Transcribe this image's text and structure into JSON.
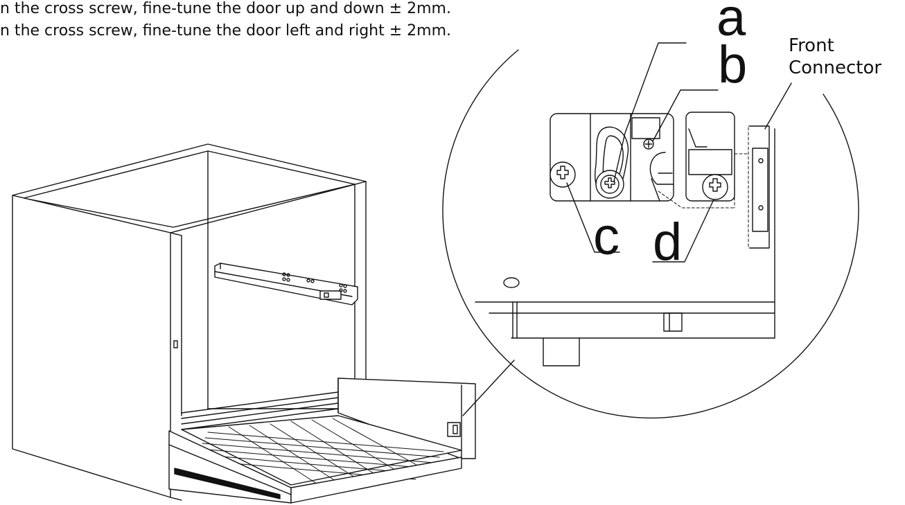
{
  "instructions": [
    "n the cross screw, fine-tune the door up and down ± 2mm.",
    "n the cross screw, fine-tune the door left and right ± 2mm."
  ],
  "callouts": {
    "a": "a",
    "b": "b",
    "c": "c",
    "d": "d"
  },
  "connector_label": {
    "line1": "Front",
    "line2": "Connector"
  }
}
